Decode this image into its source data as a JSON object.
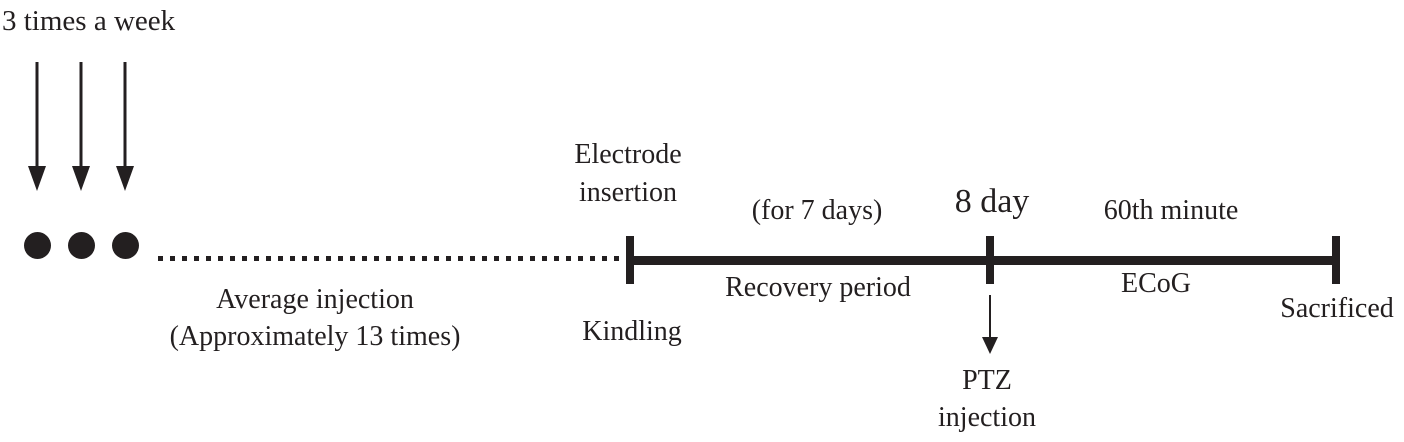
{
  "colors": {
    "ink": "#231f20",
    "bg": "#ffffff"
  },
  "icons": {
    "down_arrow_icon": "↓ (black line with solid triangular head, CSS shape)",
    "dot_icon": "● (solid black circle, CSS shape)",
    "dotted_segment_icon": "┄ (square-dash dotted line, CSS gradient)",
    "timeline_tick_icon": "| (thick vertical bar, CSS shape)"
  },
  "header": {
    "frequency_label": "3 times a week"
  },
  "pre_timeline": {
    "caption_line1": "Average injection",
    "caption_line2": "(Approximately 13 times)"
  },
  "timeline": {
    "kindling_point": {
      "above_line1": "Electrode",
      "above_line2": "insertion",
      "below": "Kindling"
    },
    "recovery_segment": {
      "above": "(for 7 days)",
      "below": "Recovery period"
    },
    "ptz_point": {
      "above": "8 day",
      "below_line1": "PTZ",
      "below_line2": "injection"
    },
    "ecog_segment": {
      "above": "60th minute",
      "below": "ECoG"
    },
    "end_point": {
      "below": "Sacrificed"
    }
  }
}
